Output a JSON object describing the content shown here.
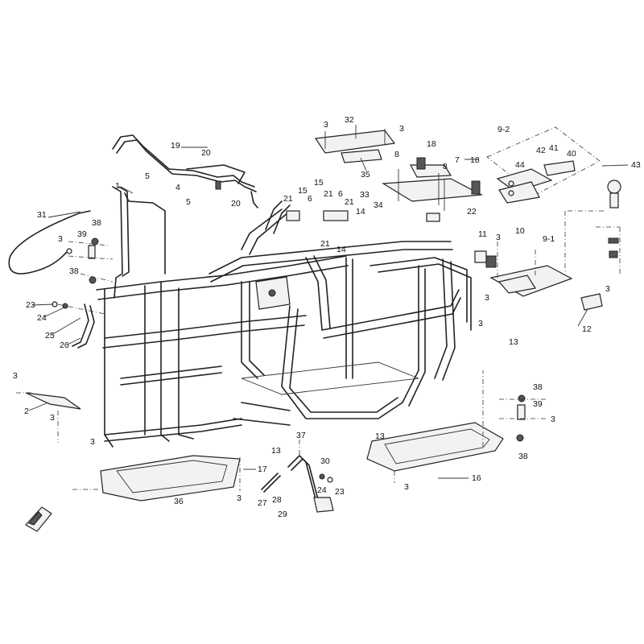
{
  "callouts": [
    {
      "id": "c3a",
      "text": "3"
    },
    {
      "id": "c32",
      "text": "32"
    },
    {
      "id": "c3b",
      "text": "3"
    },
    {
      "id": "c35",
      "text": "35"
    },
    {
      "id": "c18a",
      "text": "18"
    },
    {
      "id": "c8a",
      "text": "8"
    },
    {
      "id": "c7",
      "text": "7"
    },
    {
      "id": "c8b",
      "text": "8"
    },
    {
      "id": "c18b",
      "text": "18"
    },
    {
      "id": "c9_2",
      "text": "9-2"
    },
    {
      "id": "c42",
      "text": "42"
    },
    {
      "id": "c41",
      "text": "41"
    },
    {
      "id": "c40",
      "text": "40"
    },
    {
      "id": "c44",
      "text": "44"
    },
    {
      "id": "c43",
      "text": "43"
    },
    {
      "id": "c19",
      "text": "19"
    },
    {
      "id": "c20a",
      "text": "20"
    },
    {
      "id": "c20b",
      "text": "20"
    },
    {
      "id": "c1",
      "text": "1"
    },
    {
      "id": "c5a",
      "text": "5"
    },
    {
      "id": "c4",
      "text": "4"
    },
    {
      "id": "c5b",
      "text": "5"
    },
    {
      "id": "c21a",
      "text": "21"
    },
    {
      "id": "c15",
      "text": "15"
    },
    {
      "id": "c6a",
      "text": "6"
    },
    {
      "id": "c15b",
      "text": "15"
    },
    {
      "id": "c21b",
      "text": "21"
    },
    {
      "id": "c6b",
      "text": "6"
    },
    {
      "id": "c21c",
      "text": "21"
    },
    {
      "id": "c33",
      "text": "33"
    },
    {
      "id": "c14a",
      "text": "14"
    },
    {
      "id": "c34",
      "text": "34"
    },
    {
      "id": "c21d",
      "text": "21"
    },
    {
      "id": "c14b",
      "text": "14"
    },
    {
      "id": "c22",
      "text": "22"
    },
    {
      "id": "c31",
      "text": "31"
    },
    {
      "id": "c38a",
      "text": "38"
    },
    {
      "id": "c3c",
      "text": "3"
    },
    {
      "id": "c39a",
      "text": "39"
    },
    {
      "id": "c38b",
      "text": "38"
    },
    {
      "id": "c11",
      "text": "11"
    },
    {
      "id": "c3d",
      "text": "3"
    },
    {
      "id": "c10",
      "text": "10"
    },
    {
      "id": "c9_1",
      "text": "9-1"
    },
    {
      "id": "c3e",
      "text": "3"
    },
    {
      "id": "c23a",
      "text": "23"
    },
    {
      "id": "c24a",
      "text": "24"
    },
    {
      "id": "c25",
      "text": "25"
    },
    {
      "id": "c26",
      "text": "26"
    },
    {
      "id": "c3f",
      "text": "3"
    },
    {
      "id": "c3g",
      "text": "3"
    },
    {
      "id": "c12",
      "text": "12"
    },
    {
      "id": "c13a",
      "text": "13"
    },
    {
      "id": "c3h",
      "text": "3"
    },
    {
      "id": "c2",
      "text": "2"
    },
    {
      "id": "c3i",
      "text": "3"
    },
    {
      "id": "c38c",
      "text": "38"
    },
    {
      "id": "c39b",
      "text": "39"
    },
    {
      "id": "c3j",
      "text": "3"
    },
    {
      "id": "c13b",
      "text": "13"
    },
    {
      "id": "c13c",
      "text": "13"
    },
    {
      "id": "c37",
      "text": "37"
    },
    {
      "id": "c38d",
      "text": "38"
    },
    {
      "id": "c3k",
      "text": "3"
    },
    {
      "id": "c30",
      "text": "30"
    },
    {
      "id": "c17",
      "text": "17"
    },
    {
      "id": "c16",
      "text": "16"
    },
    {
      "id": "c3l",
      "text": "3"
    },
    {
      "id": "c24b",
      "text": "24"
    },
    {
      "id": "c23b",
      "text": "23"
    },
    {
      "id": "c36",
      "text": "36"
    },
    {
      "id": "c3m",
      "text": "3"
    },
    {
      "id": "c27",
      "text": "27"
    },
    {
      "id": "c28",
      "text": "28"
    },
    {
      "id": "c29",
      "text": "29"
    }
  ]
}
